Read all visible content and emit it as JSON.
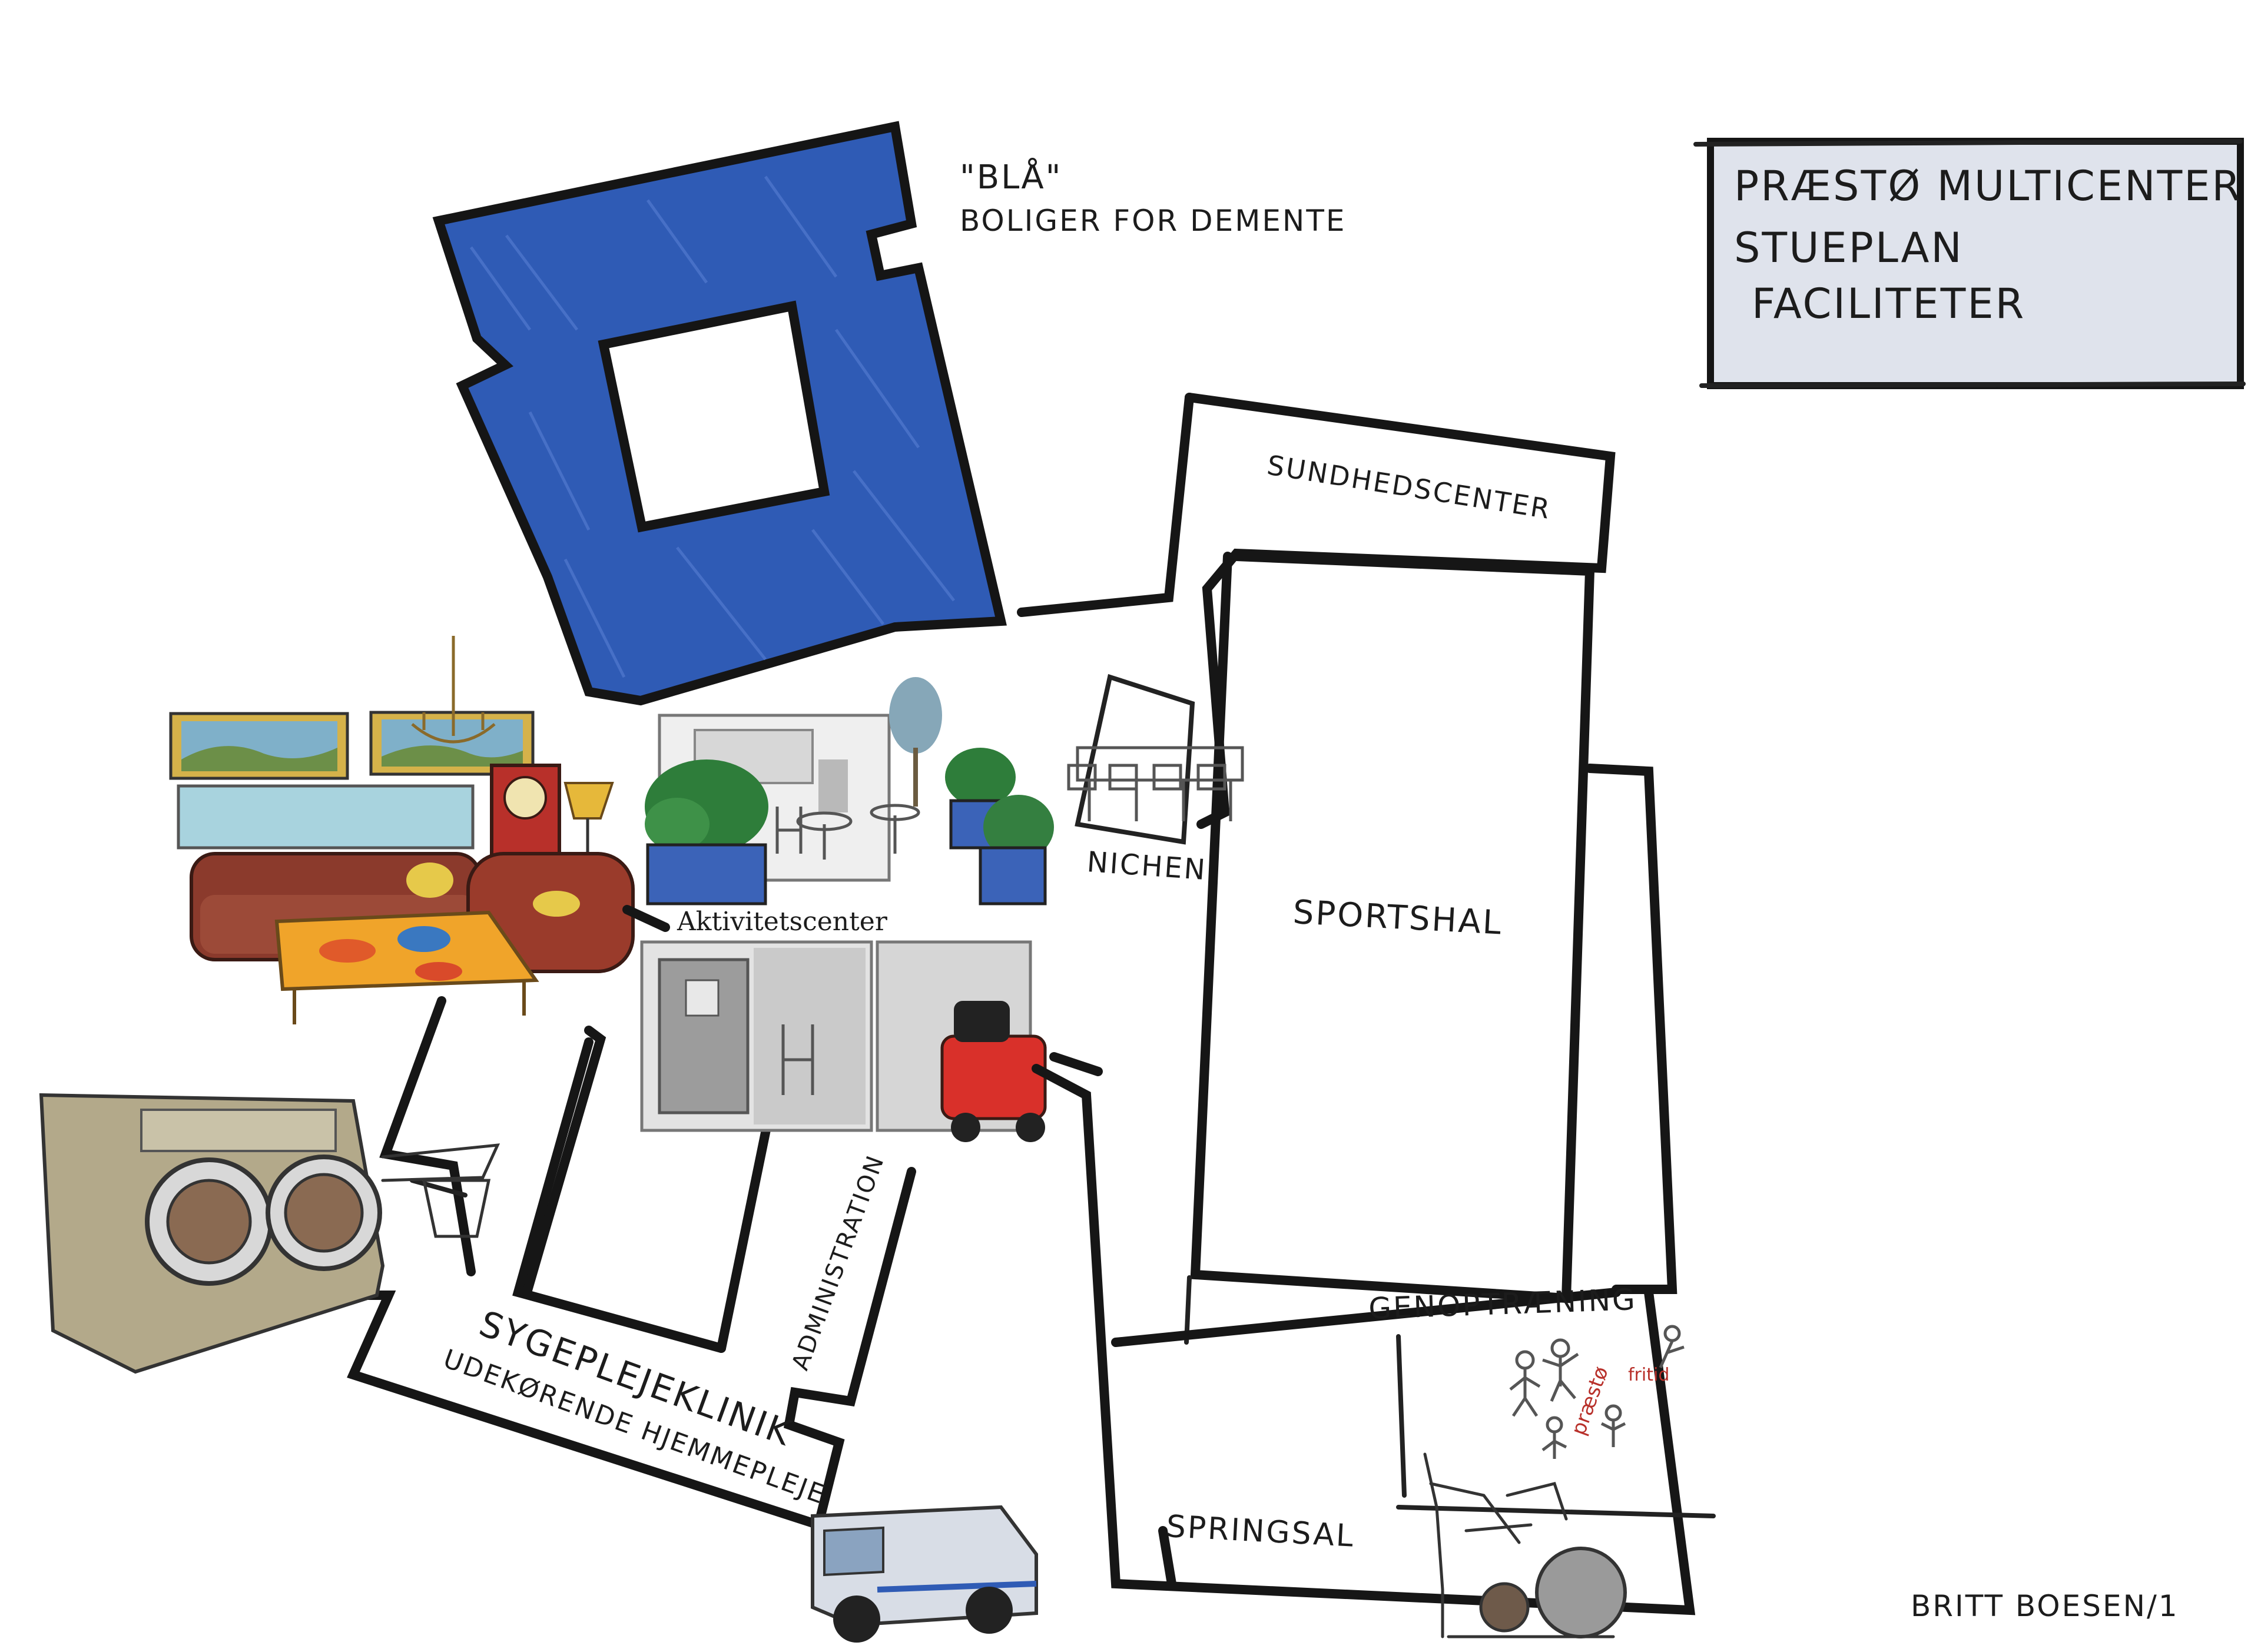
{
  "title_block": {
    "line1": "PRÆSTØ MULTICENTER",
    "line2": "STUEPLAN",
    "line3": "FACILITETER",
    "fill": "#dfe3ec"
  },
  "rooms": {
    "bla_quote": "\"BLÅ\"",
    "bla_desc": "BOLIGER FOR DEMENTE",
    "sundhedscenter": "SUNDHEDSCENTER",
    "sportshal": "SPORTSHAL",
    "nichen": "NICHEN",
    "aktivitetscenter": "Aktivitetscenter",
    "administration": "ADMINISTRATION",
    "sygeplejeklinik": "SYGEPLEJEKLINIK",
    "hjemmepleje": "UDEKØRENDE HJEMMEPLEJE",
    "genoptraening": "GENOPTRÆNING",
    "springsal": "SPRINGSAL"
  },
  "logo": {
    "word1": "præstø",
    "word2": "fritid"
  },
  "signature": "BRITT BOESEN/1",
  "colors": {
    "bla_blue": "#2f5bb5",
    "sofa": "#8b3a2c",
    "table": "#f0a42a",
    "clock": "#b8302a",
    "planter": "#3b63b8",
    "plants": "#2e7d3a",
    "scooter": "#d9302a",
    "laundry": "#b3a98a",
    "van": "#d8dde6"
  }
}
